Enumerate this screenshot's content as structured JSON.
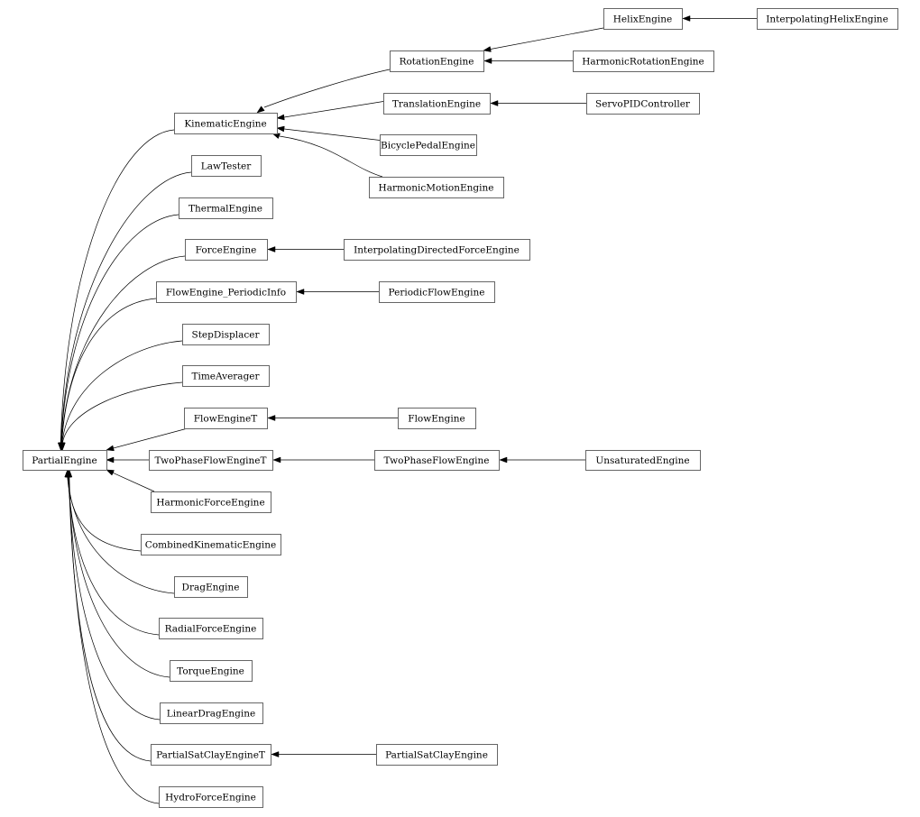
{
  "diagram": {
    "title": "Inheritance diagram of PartialEngine",
    "nodes": [
      {
        "id": "PartialEngine",
        "label": "PartialEngine"
      },
      {
        "id": "KinematicEngine",
        "label": "KinematicEngine"
      },
      {
        "id": "LawTester",
        "label": "LawTester"
      },
      {
        "id": "ThermalEngine",
        "label": "ThermalEngine"
      },
      {
        "id": "ForceEngine",
        "label": "ForceEngine"
      },
      {
        "id": "FlowEngine_PeriodicInfo",
        "label": "FlowEngine_PeriodicInfo"
      },
      {
        "id": "StepDisplacer",
        "label": "StepDisplacer"
      },
      {
        "id": "TimeAverager",
        "label": "TimeAverager"
      },
      {
        "id": "FlowEngineT",
        "label": "FlowEngineT"
      },
      {
        "id": "TwoPhaseFlowEngineT",
        "label": "TwoPhaseFlowEngineT"
      },
      {
        "id": "HarmonicForceEngine",
        "label": "HarmonicForceEngine"
      },
      {
        "id": "CombinedKinematicEngine",
        "label": "CombinedKinematicEngine"
      },
      {
        "id": "DragEngine",
        "label": "DragEngine"
      },
      {
        "id": "RadialForceEngine",
        "label": "RadialForceEngine"
      },
      {
        "id": "TorqueEngine",
        "label": "TorqueEngine"
      },
      {
        "id": "LinearDragEngine",
        "label": "LinearDragEngine"
      },
      {
        "id": "PartialSatClayEngineT",
        "label": "PartialSatClayEngineT"
      },
      {
        "id": "HydroForceEngine",
        "label": "HydroForceEngine"
      },
      {
        "id": "RotationEngine",
        "label": "RotationEngine"
      },
      {
        "id": "TranslationEngine",
        "label": "TranslationEngine"
      },
      {
        "id": "BicyclePedalEngine",
        "label": "BicyclePedalEngine"
      },
      {
        "id": "HarmonicMotionEngine",
        "label": "HarmonicMotionEngine"
      },
      {
        "id": "InterpolatingDirectedForceEngine",
        "label": "InterpolatingDirectedForceEngine"
      },
      {
        "id": "PeriodicFlowEngine",
        "label": "PeriodicFlowEngine"
      },
      {
        "id": "FlowEngine",
        "label": "FlowEngine"
      },
      {
        "id": "TwoPhaseFlowEngine",
        "label": "TwoPhaseFlowEngine"
      },
      {
        "id": "PartialSatClayEngine",
        "label": "PartialSatClayEngine"
      },
      {
        "id": "HelixEngine",
        "label": "HelixEngine"
      },
      {
        "id": "HarmonicRotationEngine",
        "label": "HarmonicRotationEngine"
      },
      {
        "id": "ServoPIDController",
        "label": "ServoPIDController"
      },
      {
        "id": "UnsaturatedEngine",
        "label": "UnsaturatedEngine"
      },
      {
        "id": "InterpolatingHelixEngine",
        "label": "InterpolatingHelixEngine"
      }
    ],
    "edges": [
      {
        "from": "KinematicEngine",
        "to": "PartialEngine"
      },
      {
        "from": "LawTester",
        "to": "PartialEngine"
      },
      {
        "from": "ThermalEngine",
        "to": "PartialEngine"
      },
      {
        "from": "ForceEngine",
        "to": "PartialEngine"
      },
      {
        "from": "FlowEngine_PeriodicInfo",
        "to": "PartialEngine"
      },
      {
        "from": "StepDisplacer",
        "to": "PartialEngine"
      },
      {
        "from": "TimeAverager",
        "to": "PartialEngine"
      },
      {
        "from": "FlowEngineT",
        "to": "PartialEngine"
      },
      {
        "from": "TwoPhaseFlowEngineT",
        "to": "PartialEngine"
      },
      {
        "from": "HarmonicForceEngine",
        "to": "PartialEngine"
      },
      {
        "from": "CombinedKinematicEngine",
        "to": "PartialEngine"
      },
      {
        "from": "DragEngine",
        "to": "PartialEngine"
      },
      {
        "from": "RadialForceEngine",
        "to": "PartialEngine"
      },
      {
        "from": "TorqueEngine",
        "to": "PartialEngine"
      },
      {
        "from": "LinearDragEngine",
        "to": "PartialEngine"
      },
      {
        "from": "PartialSatClayEngineT",
        "to": "PartialEngine"
      },
      {
        "from": "HydroForceEngine",
        "to": "PartialEngine"
      },
      {
        "from": "RotationEngine",
        "to": "KinematicEngine"
      },
      {
        "from": "TranslationEngine",
        "to": "KinematicEngine"
      },
      {
        "from": "BicyclePedalEngine",
        "to": "KinematicEngine"
      },
      {
        "from": "HarmonicMotionEngine",
        "to": "KinematicEngine"
      },
      {
        "from": "InterpolatingDirectedForceEngine",
        "to": "ForceEngine"
      },
      {
        "from": "PeriodicFlowEngine",
        "to": "FlowEngine_PeriodicInfo"
      },
      {
        "from": "FlowEngine",
        "to": "FlowEngineT"
      },
      {
        "from": "TwoPhaseFlowEngine",
        "to": "TwoPhaseFlowEngineT"
      },
      {
        "from": "PartialSatClayEngine",
        "to": "PartialSatClayEngineT"
      },
      {
        "from": "HelixEngine",
        "to": "RotationEngine"
      },
      {
        "from": "HarmonicRotationEngine",
        "to": "RotationEngine"
      },
      {
        "from": "ServoPIDController",
        "to": "TranslationEngine"
      },
      {
        "from": "UnsaturatedEngine",
        "to": "TwoPhaseFlowEngine"
      },
      {
        "from": "InterpolatingHelixEngine",
        "to": "HelixEngine"
      }
    ]
  }
}
